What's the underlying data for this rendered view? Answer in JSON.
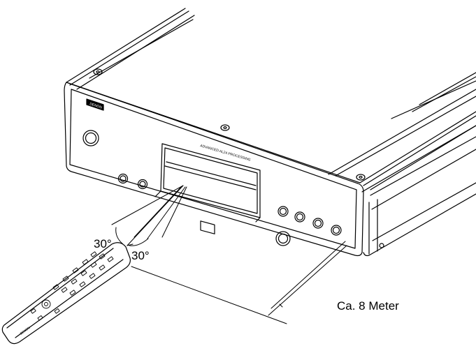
{
  "diagram": {
    "angle_left": "30°",
    "angle_right": "30°",
    "distance_label": "Ca. 8 Meter",
    "brand_badge": "DENON",
    "processing_text": "ADVANCED AL24 PROCESSING",
    "remote_brand": "DENON"
  }
}
